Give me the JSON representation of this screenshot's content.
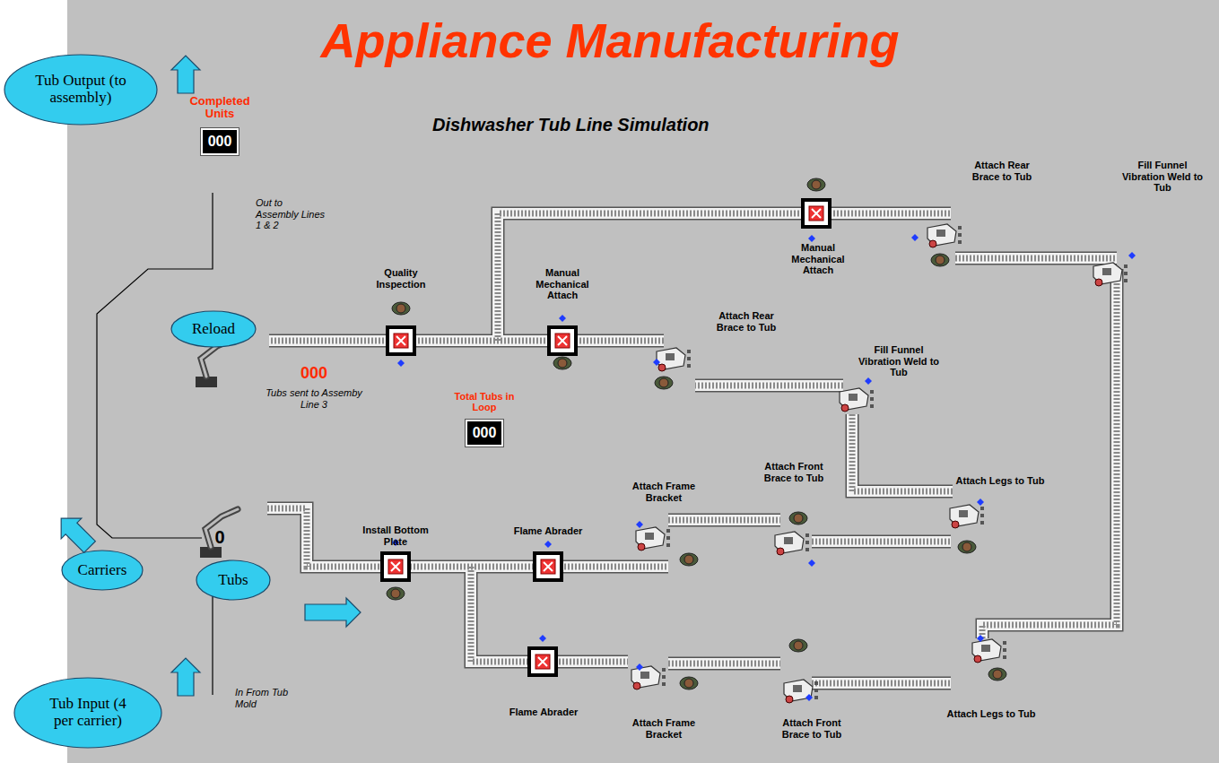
{
  "diagram": {
    "title": "Appliance Manufacturing",
    "nodes": [
      {
        "text": [
          "Tub Output (to assembly)"
        ]
      },
      {
        "text": [
          "Completed Units",
          "000"
        ]
      },
      {
        "text": [
          "Reload"
        ]
      },
      {
        "text": [
          "Total Tubs in Loop",
          "000"
        ]
      },
      {
        "text": [
          "Carriers"
        ]
      },
      {
        "text": [
          "Tubs"
        ]
      },
      {
        "text": [
          "Tub Input (4 per carrier)"
        ]
      }
    ],
    "labels": [
      "Dishwasher Tub Line Simulation",
      "Out to Assembly Lines 1 & 2",
      "In From Tub Mold",
      "0",
      "000",
      "Tubs sent to Assemby Line 3",
      "Install Bottom Plate",
      "Flame Abrader",
      "Attach Frame Bracket",
      "Attach Front Brace to Tub",
      "Attach Legs to Tub",
      "Fill Funnel Vibration Weld to Tub",
      "Attach Rear Brace to Tub",
      "Manual Mechanical Attach",
      "Quality Inspection",
      "Manual Mechanical Attach",
      "Attach Rear Brace to Tub",
      "Fill Funnel Vibration Weld to Tub",
      "Flame Abrader",
      "Attach Frame Bracket",
      "Attach Front Brace to Tub",
      "Attach Legs to Tub"
    ]
  }
}
